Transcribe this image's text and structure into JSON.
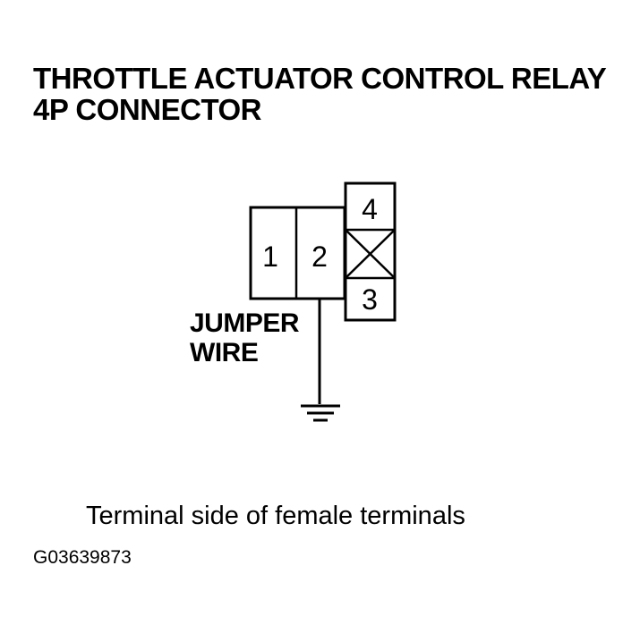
{
  "title": {
    "line1": "THROTTLE ACTUATOR CONTROL RELAY",
    "line2": "4P CONNECTOR"
  },
  "connector": {
    "pins": {
      "pin1": "1",
      "pin2": "2",
      "pin3": "3",
      "pin4": "4"
    }
  },
  "jumper": {
    "line1": "JUMPER",
    "line2": "WIRE"
  },
  "caption": "Terminal side of female terminals",
  "figure_id": "G03639873"
}
